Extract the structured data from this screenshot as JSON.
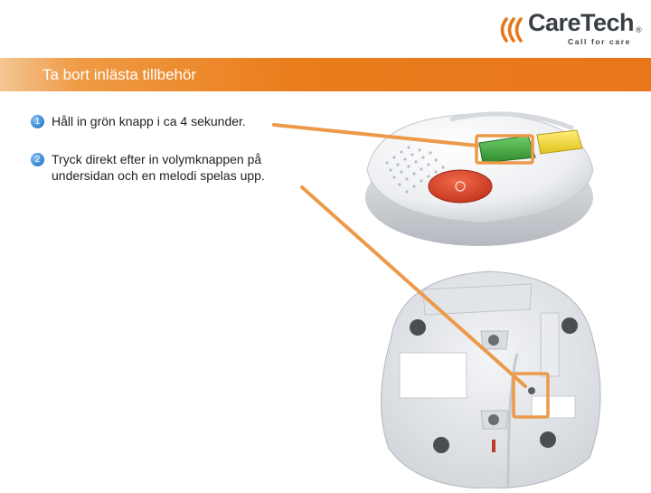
{
  "logo": {
    "brand": "CareTech",
    "registered": "®",
    "tagline": "Call for care",
    "accent_color": "#e8761a"
  },
  "header": {
    "title": "Ta bort inlästa tillbehör",
    "bar_color": "#e8761a"
  },
  "steps": [
    {
      "number": "1",
      "text": "Håll in grön knapp i ca 4 sekunder."
    },
    {
      "number": "2",
      "text": "Tryck direkt efter in volymknappen på undersidan och en melodi spelas upp."
    }
  ],
  "images": {
    "top": {
      "icon": "alarm-device-top-photo"
    },
    "bottom": {
      "icon": "alarm-device-underside-photo"
    }
  },
  "highlight_color": "#ec9a4a"
}
